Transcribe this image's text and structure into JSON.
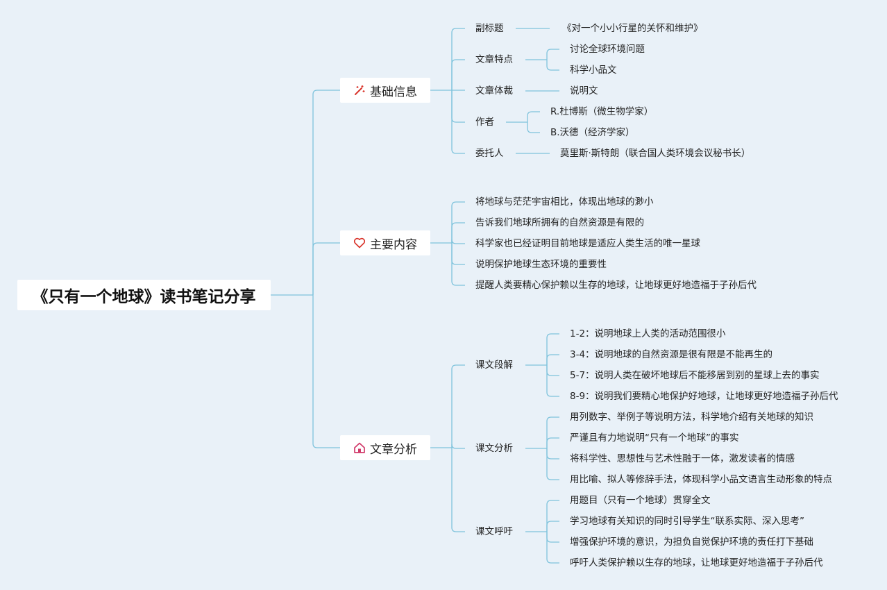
{
  "root": "《只有一个地球》读书笔记分享",
  "basic": {
    "title": "基础信息",
    "icon": "magic-wand-icon",
    "subtitle_label": "副标题",
    "subtitle_value": "《对一个小小行星的关怀和维护》",
    "features_label": "文章特点",
    "features": [
      "讨论全球环境问题",
      "科学小品文"
    ],
    "genre_label": "文章体裁",
    "genre_value": "说明文",
    "author_label": "作者",
    "authors": [
      "R.杜博斯（微生物学家）",
      "B.沃德（经济学家）"
    ],
    "client_label": "委托人",
    "client_value": "莫里斯·斯特朗（联合国人类环境会议秘书长）"
  },
  "content": {
    "title": "主要内容",
    "icon": "heart-icon",
    "items": [
      "将地球与茫茫宇宙相比，体现出地球的渺小",
      "告诉我们地球所拥有的自然资源是有限的",
      "科学家也已经证明目前地球是适应人类生活的唯一星球",
      "说明保护地球生态环境的重要性",
      "提醒人类要精心保护赖以生存的地球，让地球更好地造福于子孙后代"
    ]
  },
  "analysis": {
    "title": "文章分析",
    "icon": "house-icon",
    "sections": [
      {
        "label": "课文段解",
        "items": [
          "1-2：说明地球上人类的活动范围很小",
          "3-4：说明地球的自然资源是很有限是不能再生的",
          "5-7：说明人类在破坏地球后不能移居到别的星球上去的事实",
          "8-9：说明我们要精心地保护好地球，让地球更好地造福子孙后代"
        ]
      },
      {
        "label": "课文分析",
        "items": [
          "用列数字、举例子等说明方法，科学地介绍有关地球的知识",
          "严谨且有力地说明“只有一个地球”的事实",
          "将科学性、思想性与艺术性融于一体，激发读者的情感",
          "用比喻、拟人等修辞手法，体现科学小品文语言生动形象的特点"
        ]
      },
      {
        "label": "课文呼吁",
        "items": [
          "用题目（只有一个地球）贯穿全文",
          "学习地球有关知识的同时引导学生“联系实际、深入思考”",
          "增强保护环境的意识，为担负自觉保护环境的责任打下基础",
          "呼吁人类保护赖以生存的地球，让地球更好地造福于子孙后代"
        ]
      }
    ]
  },
  "colors": {
    "line": "#7fc3dc",
    "background": "#e9f1f8",
    "wand": "#d9342b",
    "heart": "#d9342b",
    "house": "#d13a6a"
  }
}
